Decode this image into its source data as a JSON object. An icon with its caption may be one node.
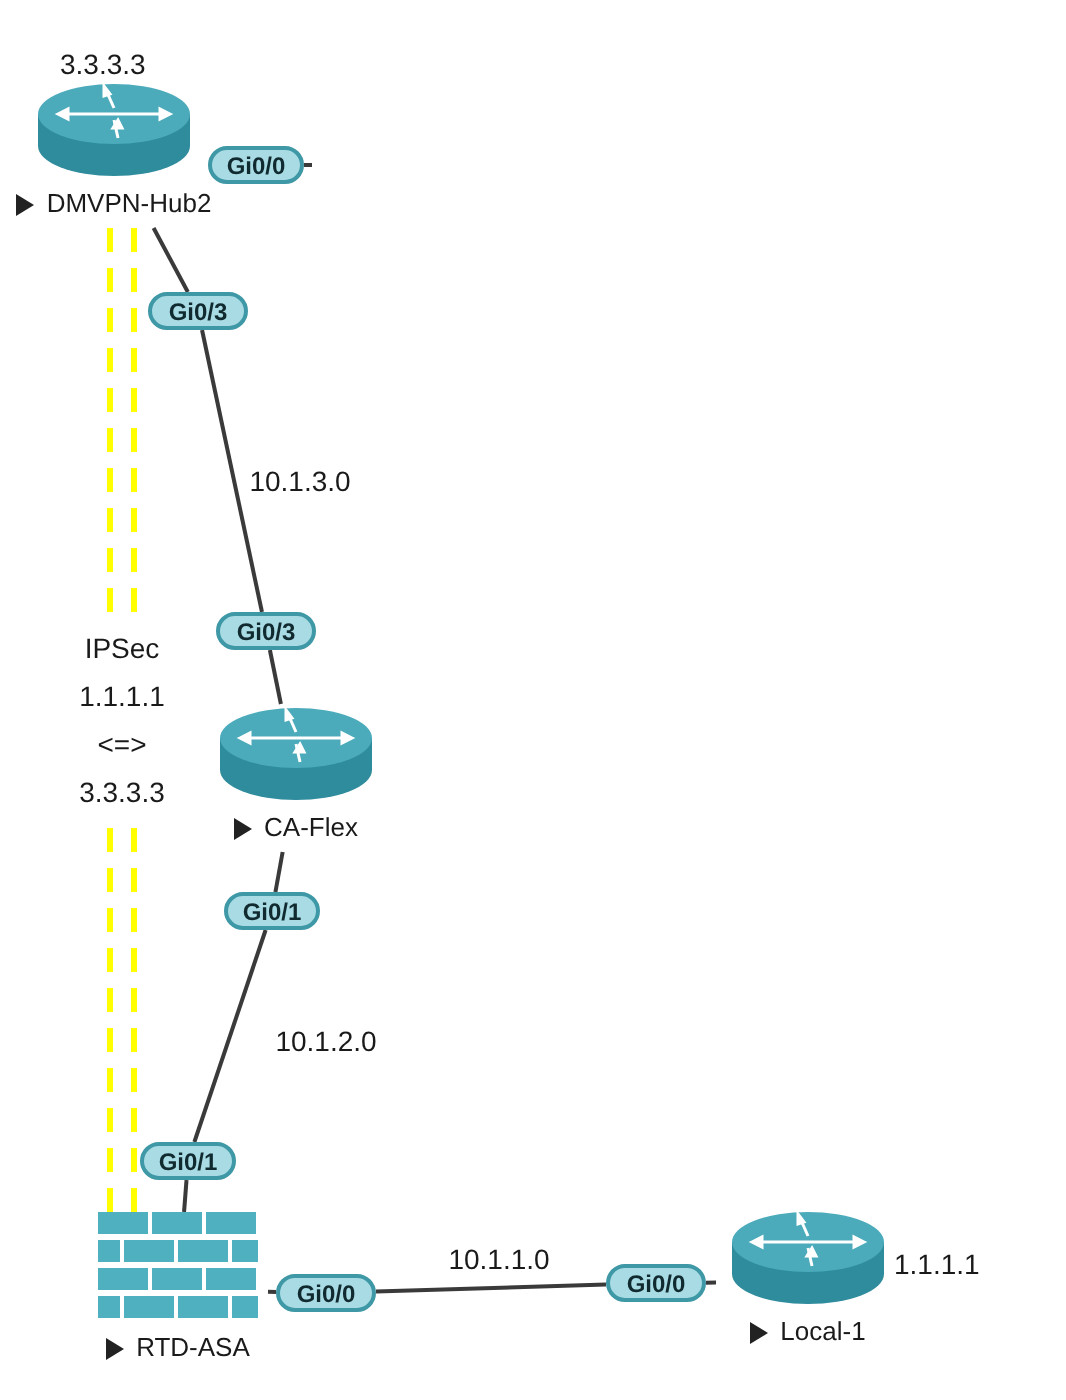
{
  "diagram": {
    "nodes": [
      {
        "text": [
          "DMVPN-Hub2"
        ],
        "beside": [
          "3.3.3.3"
        ]
      },
      {
        "text": [
          "Gi0/0"
        ]
      },
      {
        "text": [
          "Gi0/3"
        ]
      },
      {
        "text": [
          "Gi0/3"
        ]
      },
      {
        "text": [
          "CA-Flex"
        ]
      },
      {
        "text": [
          "Gi0/1"
        ]
      },
      {
        "text": [
          "Gi0/1"
        ]
      },
      {
        "text": [
          "RTD-ASA"
        ]
      },
      {
        "text": [
          "Gi0/0"
        ]
      },
      {
        "text": [
          "Gi0/0"
        ]
      },
      {
        "text": [
          "Local-1"
        ],
        "beside": [
          "1.1.1.1"
        ]
      }
    ],
    "edges": [
      {
        "from": 0,
        "to": 2,
        "arrow": "none"
      },
      {
        "from": 2,
        "to": 3,
        "arrow": "none",
        "label": "10.1.3.0"
      },
      {
        "from": 3,
        "to": 4,
        "arrow": "none"
      },
      {
        "from": 4,
        "to": 5,
        "arrow": "none"
      },
      {
        "from": 5,
        "to": 6,
        "arrow": "none",
        "label": "10.1.2.0"
      },
      {
        "from": 6,
        "to": 7,
        "arrow": "none"
      },
      {
        "from": 7,
        "to": 8,
        "arrow": "none"
      },
      {
        "from": 8,
        "to": 9,
        "arrow": "none",
        "label": "10.1.1.0"
      },
      {
        "from": 9,
        "to": 10,
        "arrow": "none"
      },
      {
        "from": 1,
        "to": null,
        "arrow": "none"
      },
      {
        "from": 7,
        "to": 0,
        "arrow": "none",
        "style": "dashed",
        "color": "#ffff00",
        "label": "IPSec 1.1.1.1 <=> 3.3.3.3"
      },
      {
        "from": 7,
        "to": 0,
        "arrow": "none",
        "style": "dashed",
        "color": "#ffff00"
      }
    ]
  }
}
